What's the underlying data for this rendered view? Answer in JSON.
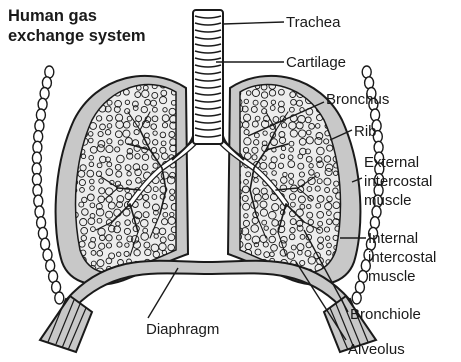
{
  "title": {
    "line1": "Human gas",
    "line2": "exchange system"
  },
  "labels": {
    "trachea": "Trachea",
    "cartilage": "Cartilage",
    "bronchus": "Bronchus",
    "rib": "Rib",
    "external_intercostal": [
      "External",
      "intercostal",
      "muscle"
    ],
    "internal_intercostal": [
      "Internal",
      "intercostal",
      "muscle"
    ],
    "bronchiole": "Bronchiole",
    "diaphragm": "Diaphragm",
    "alveolus": "Alveolus"
  },
  "colors": {
    "outline": "#1a1a1a",
    "pleura_fill": "#c8c8c8",
    "lung_fill": "#e8e8e8",
    "background": "#ffffff"
  }
}
